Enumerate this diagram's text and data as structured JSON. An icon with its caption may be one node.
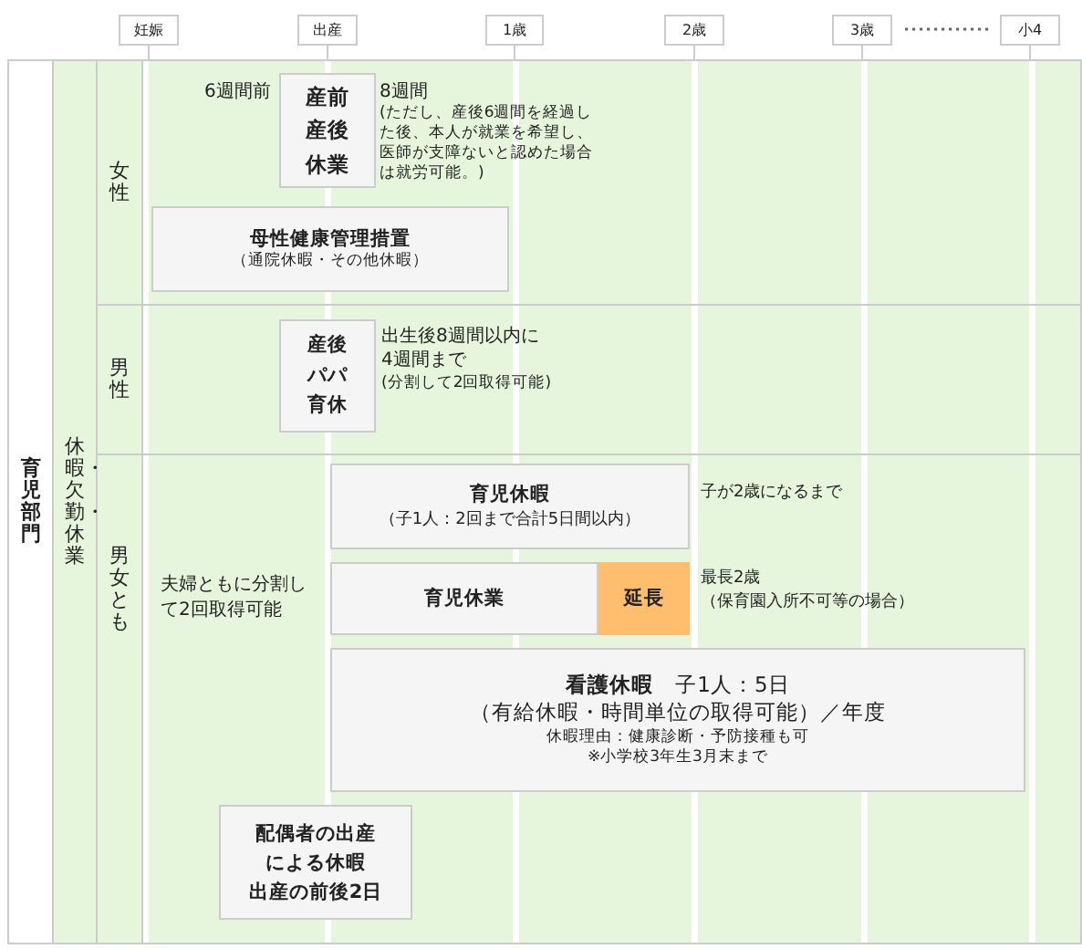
{
  "diagram": {
    "nodes": [
      {
        "text": [
          "育児部門"
        ]
      },
      {
        "text": [
          "休暇・欠勤・休業"
        ]
      },
      {
        "text": [
          "女性"
        ]
      },
      {
        "text": [
          "男性"
        ]
      },
      {
        "text": [
          "男女とも"
        ]
      },
      {
        "text": [
          "産前産後休業"
        ],
        "beside": [
          "6週間前",
          "8週間",
          "(ただし、産後6週間を経過した後、本人が就業を希望し、医師が支障ないと認めた場合は就労可能。)"
        ]
      },
      {
        "text": [
          "母性健康管理措置",
          "（通院休暇・その他休暇）"
        ]
      },
      {
        "text": [
          "産後パパ育休"
        ],
        "beside": [
          "出生後8週間以内に4週間まで",
          "(分割して2回取得可能)"
        ]
      },
      {
        "text": [
          "育児休暇",
          "（子1人：2回まで合計5日間以内）"
        ],
        "beside": [
          "子が2歳になるまで"
        ]
      },
      {
        "text": [
          "育児休業"
        ]
      },
      {
        "text": [
          "延長"
        ],
        "beside": [
          "最長2歳",
          "（保育園入所不可等の場合）"
        ]
      },
      {
        "text": [
          "**看護休暇**　子1人：5日",
          "（有給休暇・時間単位の取得可能）／年度",
          "休暇理由：健康診断・予防接種も可",
          "※小学校3年生3月末まで"
        ]
      },
      {
        "text": [
          "配偶者の出産による休暇",
          "出産の前後2日"
        ]
      }
    ],
    "labels": [
      "妊娠",
      "出産",
      "1歳",
      "2歳",
      "3歳",
      "小4",
      "夫婦ともに分割して2回取得可能"
    ]
  }
}
